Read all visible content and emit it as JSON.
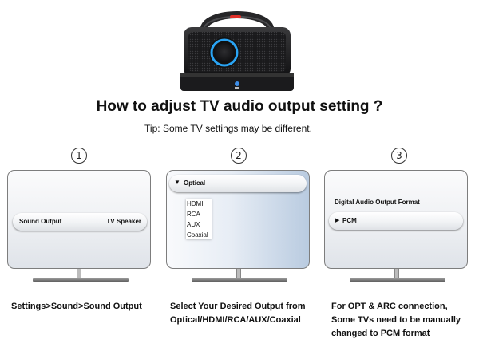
{
  "title": "How to adjust TV audio output setting ?",
  "tip": "Tip: Some TV settings may be different.",
  "steps": [
    {
      "number": "1",
      "screen": {
        "label": "Sound Output",
        "value": "TV Speaker"
      },
      "caption_lines": [
        "Settings>Sound>Sound Output"
      ]
    },
    {
      "number": "2",
      "screen": {
        "selected": "Optical",
        "options": [
          "HDMI",
          "RCA",
          "AUX",
          "Coaxial"
        ]
      },
      "caption_lines": [
        "Select Your Desired Output from",
        "Optical/HDMI/RCA/AUX/Coaxial"
      ]
    },
    {
      "number": "3",
      "screen": {
        "heading": "Digital Audio Output Format",
        "option": "PCM"
      },
      "caption_lines": [
        "For OPT & ARC connection,",
        "Some TVs need to be manually",
        "changed to PCM format"
      ]
    }
  ],
  "colors": {
    "accent_ring": "#2aa4f4",
    "tv_border": "#7d7d7d",
    "text": "#111111"
  },
  "icons": [
    "speaker-image",
    "triangle-down-icon",
    "triangle-right-icon"
  ]
}
